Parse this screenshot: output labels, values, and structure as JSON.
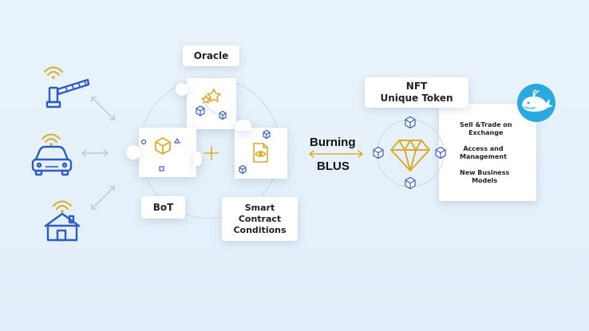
{
  "labels": {
    "oracle": "Oracle",
    "bot": "BoT",
    "smart_contract": [
      "Smart",
      "Contract",
      "Conditions"
    ],
    "burning": "Burning",
    "blus": "BLUS",
    "nft_title": [
      "NFT",
      "Unique Token"
    ]
  },
  "benefits": [
    [
      "Sell &Trade on",
      "Exchange"
    ],
    [
      "Access and",
      "Management"
    ],
    [
      "New Business",
      "Models"
    ]
  ],
  "icons": [
    "wifi-icon",
    "barrier-gate-icon",
    "car-icon",
    "house-icon",
    "star-icon",
    "cube-icon",
    "document-eye-icon",
    "diamond-icon",
    "whale-icon"
  ],
  "colors": {
    "background": "#e6f1fa",
    "gold": "#d9ac2d",
    "device_blue": "#2f5cc0",
    "whale_badge": "#2aa8e0",
    "small_cube": "#3a5fb8"
  }
}
